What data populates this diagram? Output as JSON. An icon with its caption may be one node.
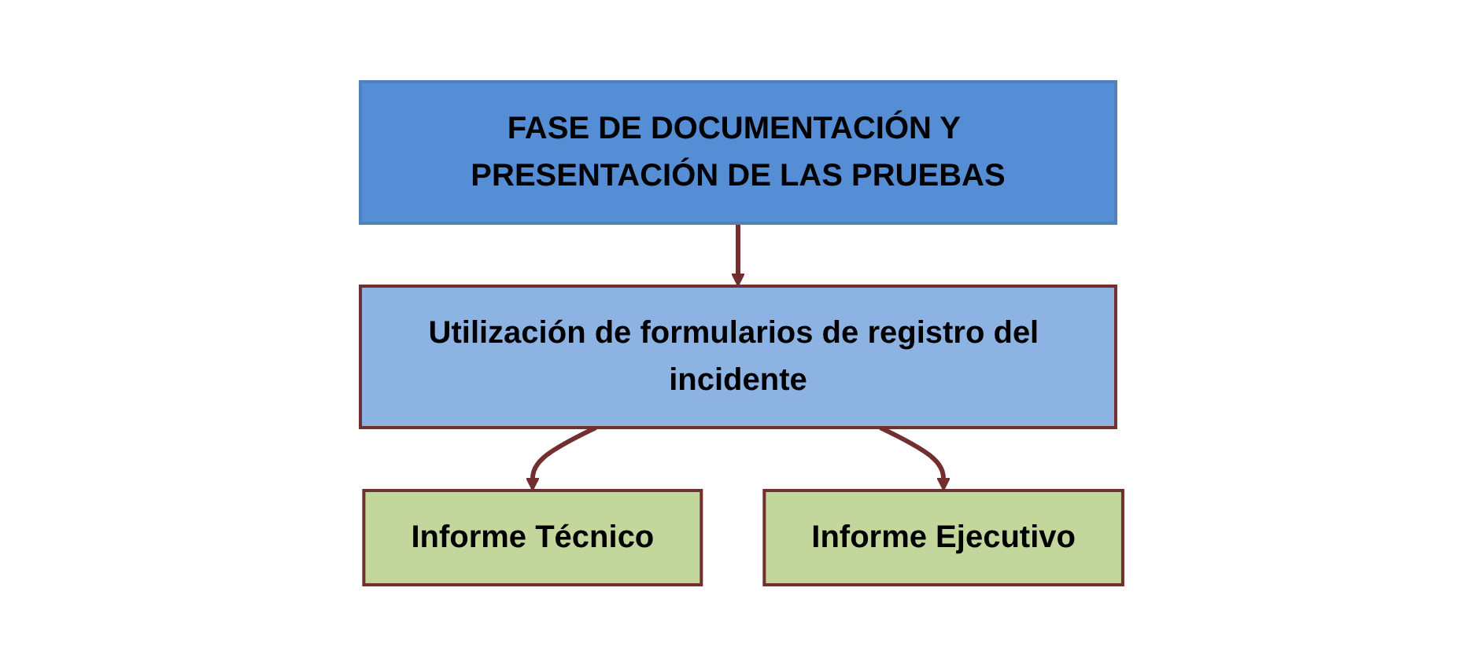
{
  "diagram": {
    "nodes": [
      {
        "text": [
          "FASE DE DOCUMENTACIÓN Y PRESENTACIÓN DE LAS PRUEBAS"
        ]
      },
      {
        "text": [
          "Utilización de formularios de registro del incidente"
        ]
      },
      {
        "text": [
          "Informe Técnico"
        ]
      },
      {
        "text": [
          "Informe Ejecutivo"
        ]
      }
    ],
    "edges": [
      {
        "from": 0,
        "to": 1,
        "arrow": "to"
      },
      {
        "from": 1,
        "to": 2,
        "arrow": "to"
      },
      {
        "from": 1,
        "to": 3,
        "arrow": "to"
      }
    ]
  }
}
